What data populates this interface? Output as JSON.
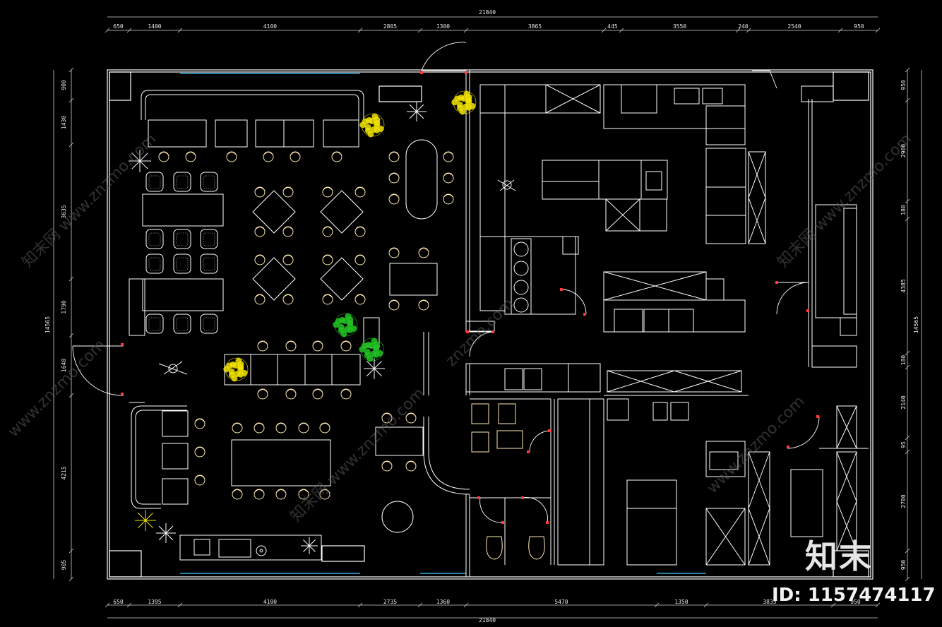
{
  "dimensions": {
    "top_total": "21840",
    "bottom_total": "21840",
    "top_segments": [
      "650",
      "1400",
      "4100",
      "2805",
      "1300",
      "3865",
      "445",
      "3550",
      "240",
      "2540",
      "950"
    ],
    "bottom_segments": [
      "650",
      "1395",
      "4100",
      "2735",
      "1360",
      "5470",
      "1350",
      "3835",
      "950"
    ],
    "left_total": "14565",
    "right_total": "14565",
    "left_segments": [
      "900",
      "1430",
      "3635",
      "1790",
      "1640",
      "4215",
      "905"
    ],
    "right_segments": [
      "950",
      "2900",
      "180",
      "4385",
      "180",
      "2140",
      "95",
      "2780",
      "950"
    ]
  },
  "watermark": {
    "brand": "知末",
    "id_label": "ID: 1157474117",
    "texts": [
      "知末网 www.znzmo.com",
      "znzmo.com",
      "www.znzmo.com"
    ]
  },
  "colors": {
    "background": "#000000",
    "lines": "#ffffff",
    "furniture": "#ffe9b0",
    "doors": "#ff3b3b",
    "plants": "#f2e400",
    "green": "#22c422",
    "cyan": "#3fc8ff"
  }
}
